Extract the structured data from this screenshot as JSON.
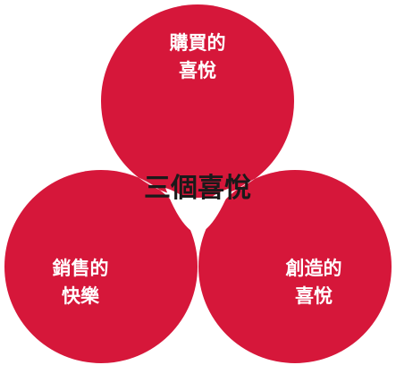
{
  "diagram": {
    "center": {
      "label": "三個喜悅"
    },
    "top": {
      "line1": "購買的",
      "line2": "喜悅"
    },
    "left": {
      "line1": "銷售的",
      "line2": "快樂"
    },
    "right": {
      "line1": "創造的",
      "line2": "喜悅"
    }
  },
  "colors": {
    "circle_red": "#d6173a",
    "overlap_pink": "#f6d0d7",
    "label_white": "#ffffff",
    "center_text": "#1a1a1a"
  }
}
